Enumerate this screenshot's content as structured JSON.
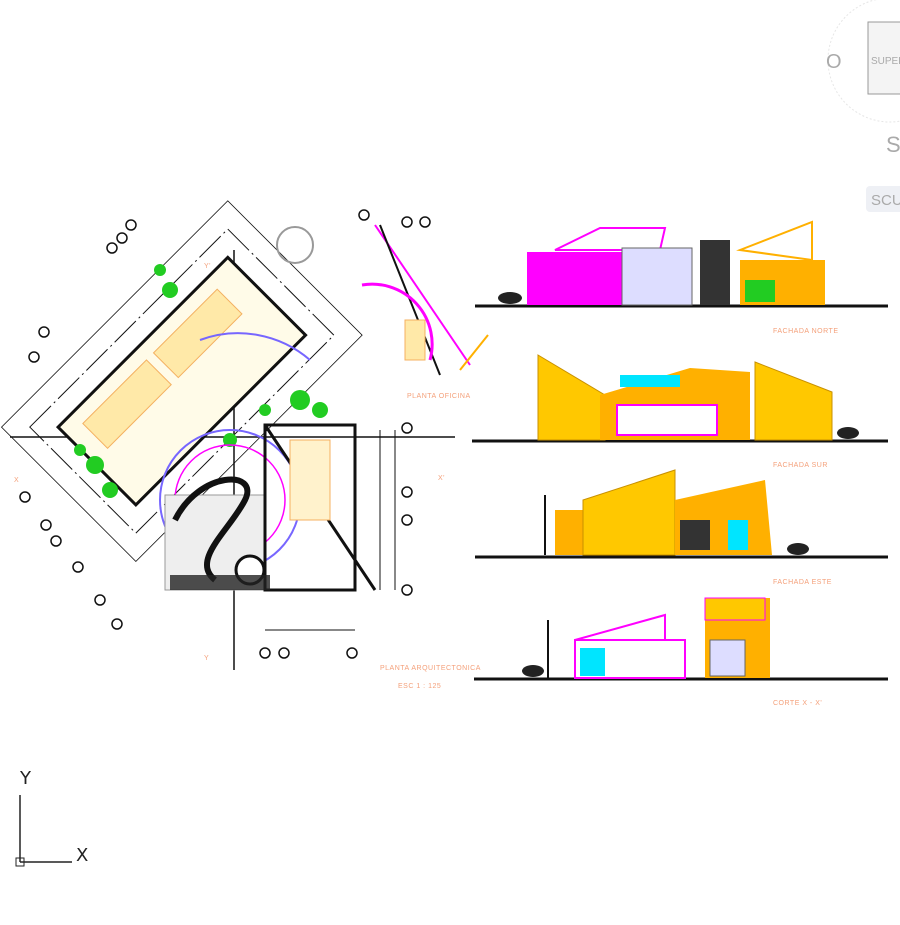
{
  "viewcube": {
    "compass_west": "O",
    "face_label": "SUPER",
    "compass_south": "S",
    "wcs_label": "SCU"
  },
  "ucs_icon": {
    "x_label": "X",
    "y_label": "Y"
  },
  "plan": {
    "title": "PLANTA ARQUITECTONICA",
    "scale": "ESC 1 : 125",
    "axis_labels": {
      "y_top": "Y'",
      "y_bottom": "Y",
      "x_left": "X",
      "x_right": "X'"
    }
  },
  "office_plan": {
    "title": "PLANTA OFICINA"
  },
  "elevations": [
    {
      "title": "FACHADA NORTE"
    },
    {
      "title": "FACHADA SUR"
    },
    {
      "title": "FACHADA ESTE"
    },
    {
      "title": "CORTE X - X'"
    }
  ],
  "colors": {
    "magenta": "#ff00ff",
    "orange": "#ffb000",
    "cyan": "#00e5ff",
    "green": "#22cc22",
    "label": "#f4a07a",
    "lines": "#111111"
  }
}
